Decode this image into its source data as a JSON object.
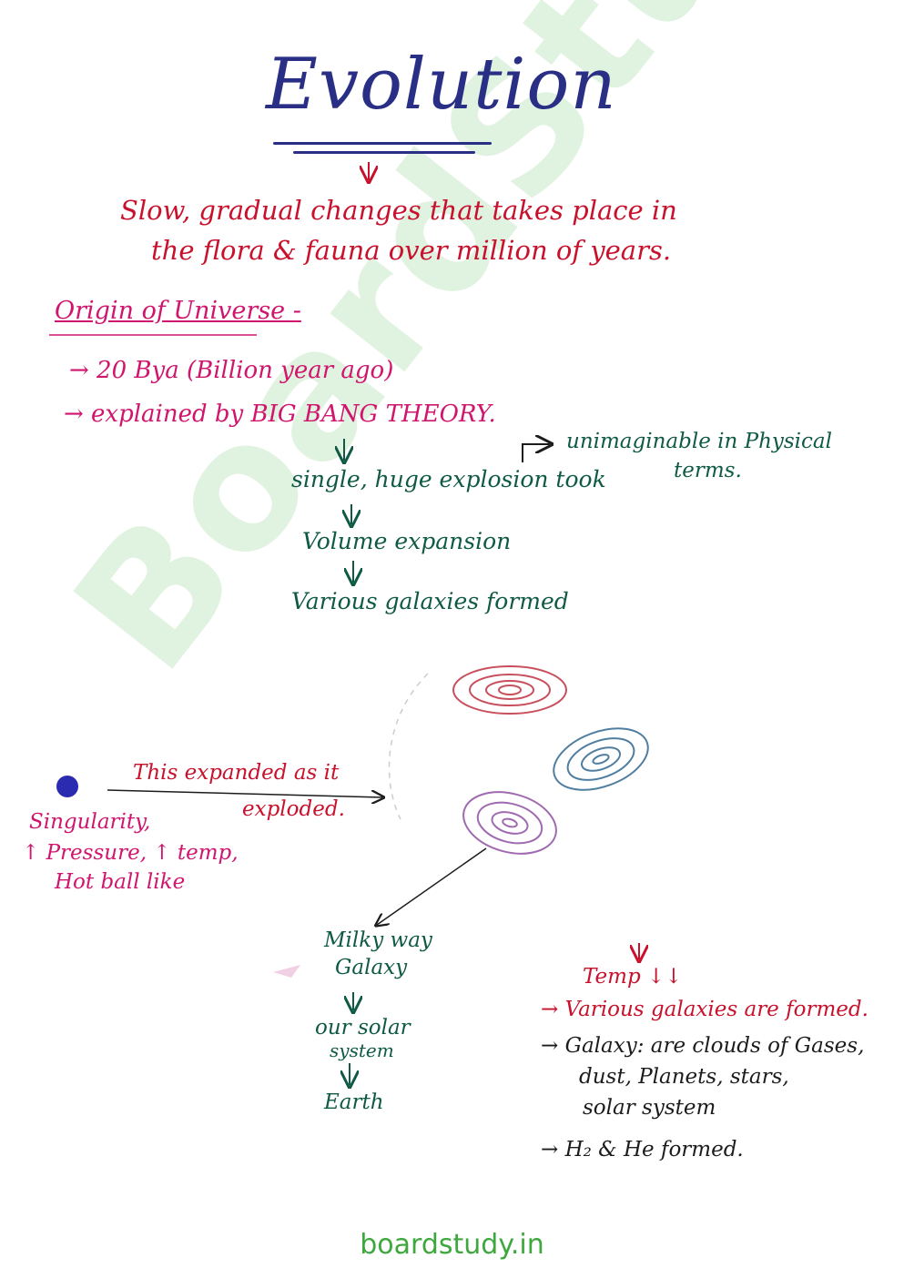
{
  "title": "Evolution",
  "definition": {
    "line1": "Slow, gradual changes that takes place in",
    "line2": "the flora & fauna over million of years."
  },
  "section": {
    "heading": "Origin of Universe -",
    "points": [
      "→ 20 Bya (Billion year ago)",
      "→ explained by BIG BANG THEORY."
    ]
  },
  "flow": {
    "step1": "single, huge explosion took",
    "side_note_line1": "unimaginable in Physical",
    "side_note_line2": "terms.",
    "step2": "Volume expansion",
    "step3": "Various galaxies formed"
  },
  "singularity": {
    "arrow_label_line1": "This expanded as it",
    "arrow_label_line2": "exploded.",
    "label_line1": "Singularity,",
    "label_line2": "↑ Pressure, ↑ temp,",
    "label_line3": "Hot ball like"
  },
  "chain": {
    "item1_line1": "Milky way",
    "item1_line2": "Galaxy",
    "item2_line1": "our solar",
    "item2_line2": "system",
    "item3": "Earth"
  },
  "notes": {
    "temp": "Temp ↓↓",
    "point1": "→ Various galaxies are formed.",
    "point2_line1": "→ Galaxy: are clouds of Gases,",
    "point2_line2": "dust, Planets, stars,",
    "point2_line3": "solar system",
    "point3": "→ H₂ & He formed."
  },
  "watermark": "BoardStudy",
  "footer": "boardstudy.in",
  "colors": {
    "title": "#2a2f86",
    "definition": "#c8112c",
    "heading": "#d0156e",
    "flow": "#0f5a44",
    "watermark": "#70c470",
    "footer": "#3ea83e"
  }
}
